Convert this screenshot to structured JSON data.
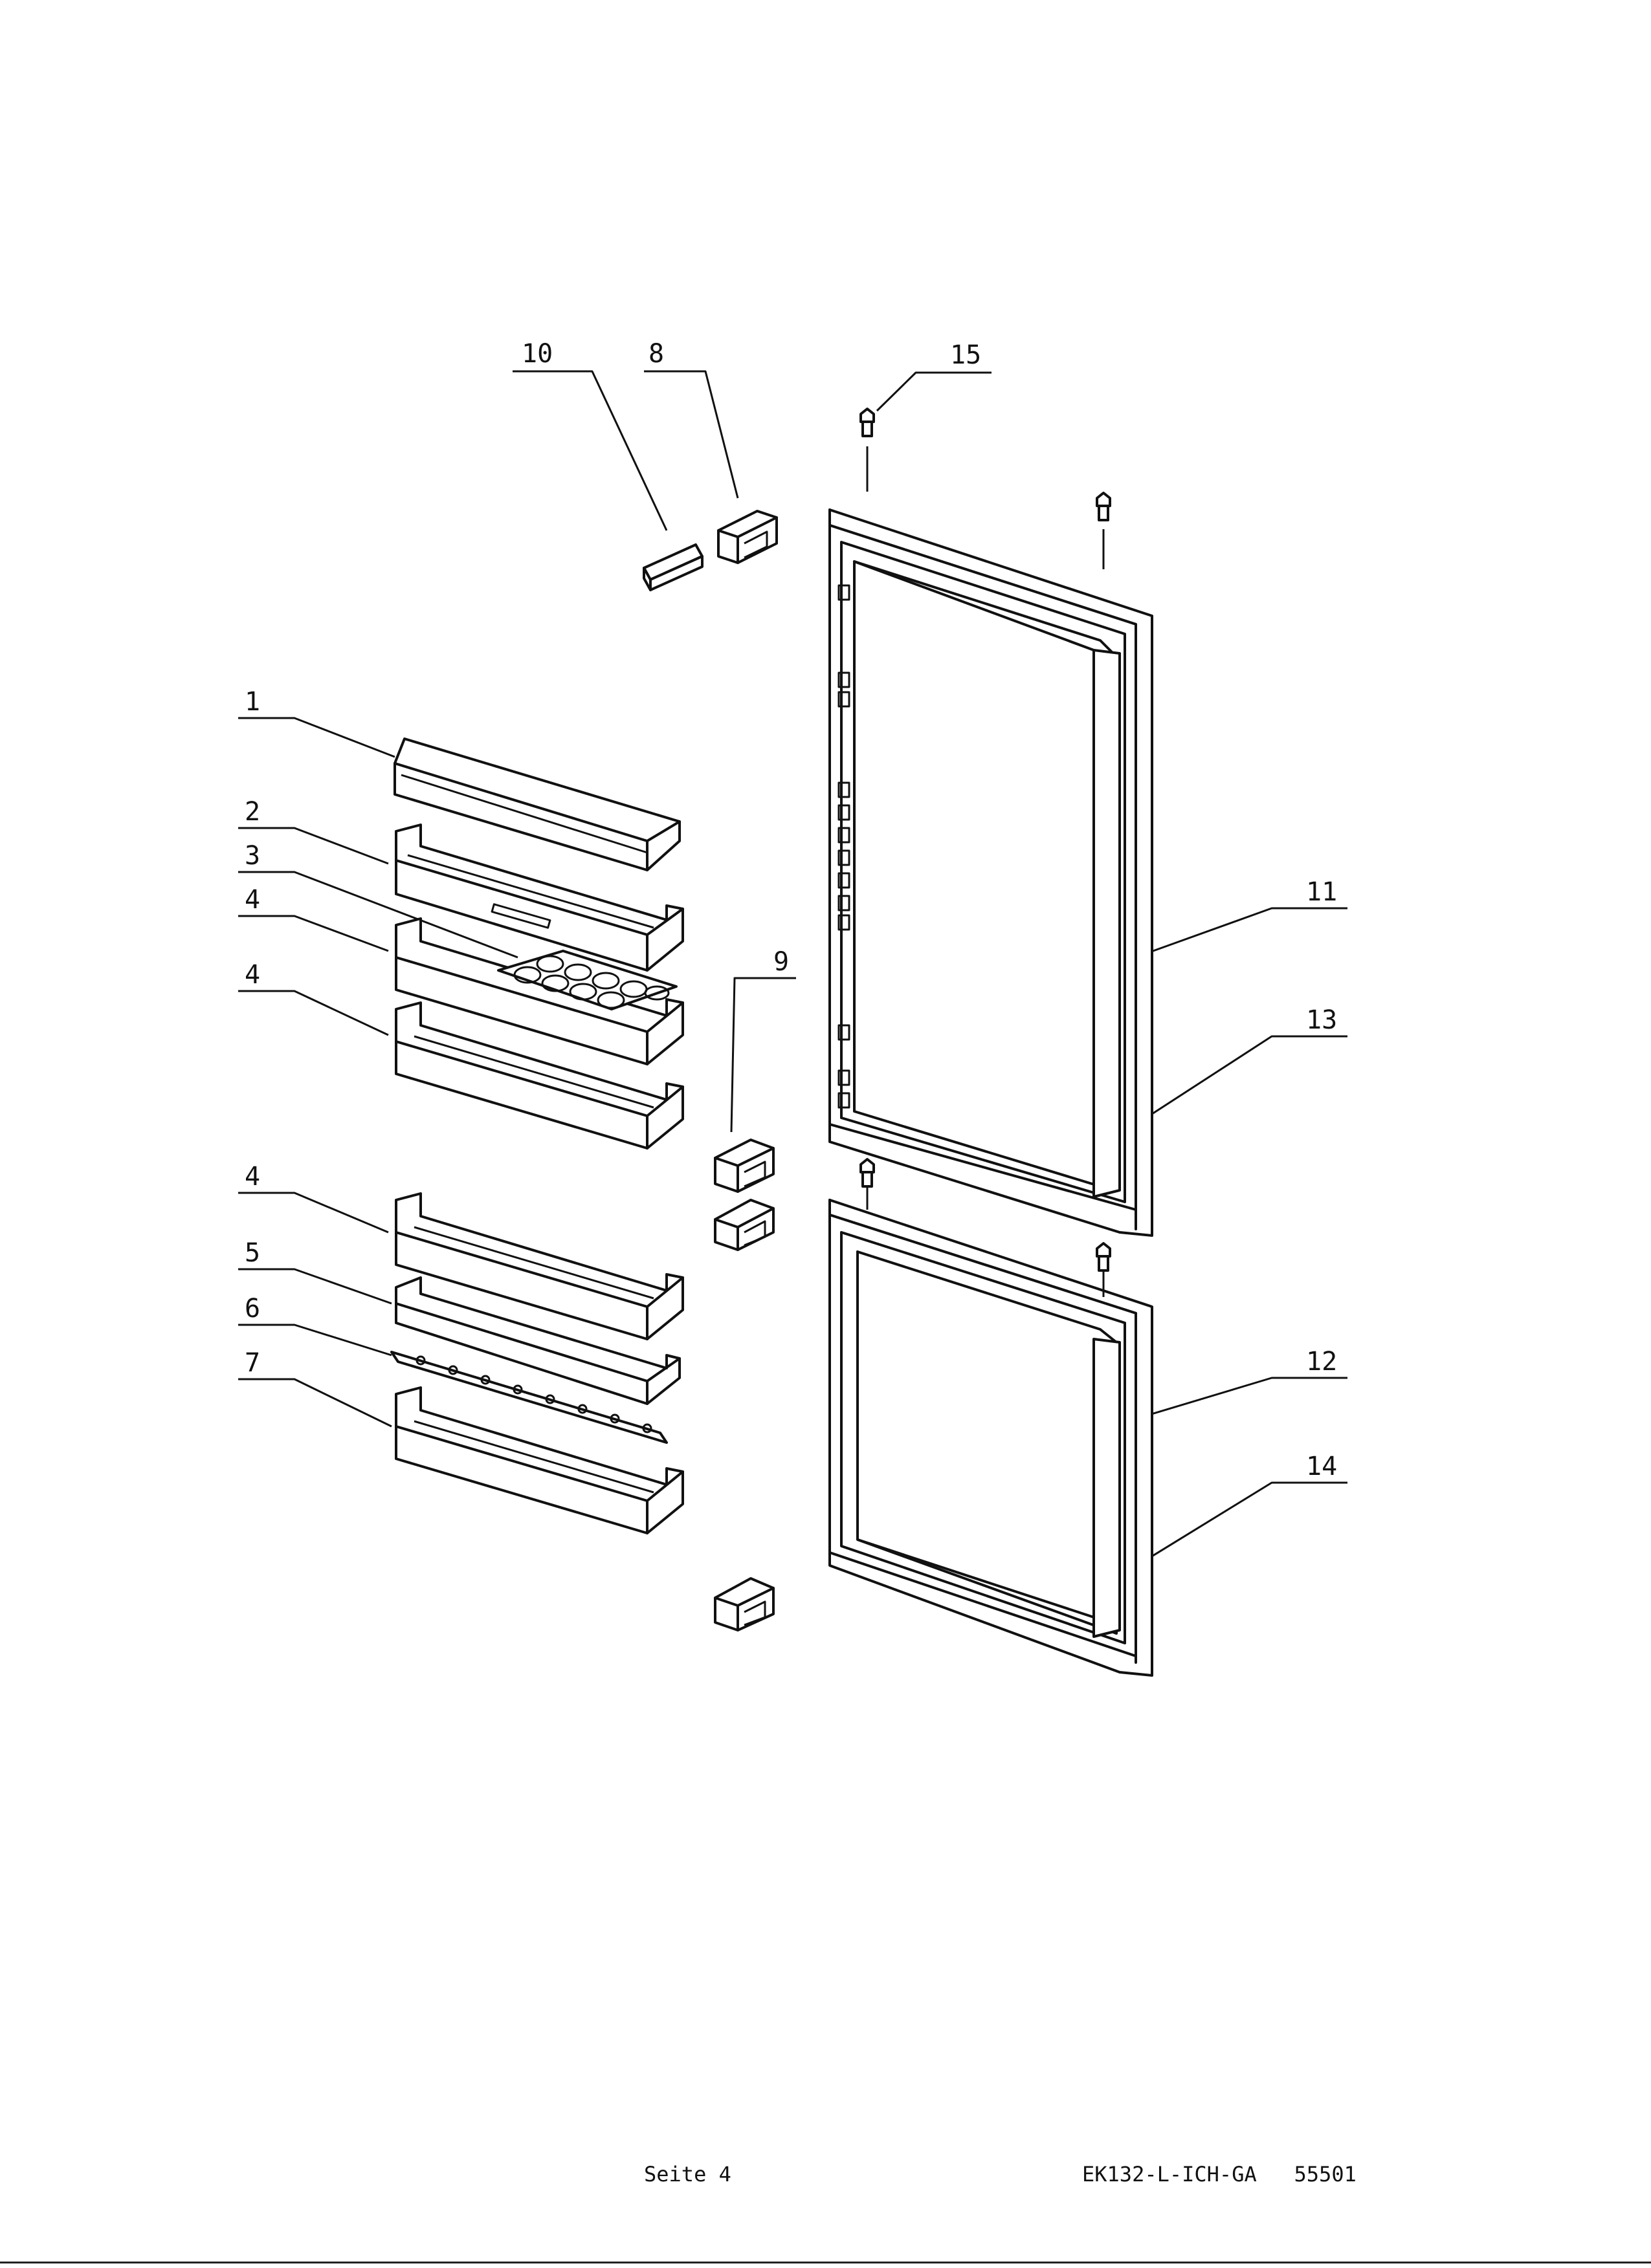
{
  "diagram": {
    "callouts": [
      {
        "num": "1"
      },
      {
        "num": "2"
      },
      {
        "num": "3"
      },
      {
        "num": "4"
      },
      {
        "num": "4"
      },
      {
        "num": "4"
      },
      {
        "num": "5"
      },
      {
        "num": "6"
      },
      {
        "num": "7"
      },
      {
        "num": "8"
      },
      {
        "num": "9"
      },
      {
        "num": "10"
      },
      {
        "num": "11"
      },
      {
        "num": "12"
      },
      {
        "num": "13"
      },
      {
        "num": "14"
      },
      {
        "num": "15"
      }
    ]
  },
  "footer": {
    "page": "Seite 4",
    "code": "EK132-L-ICH-GA   55501"
  }
}
